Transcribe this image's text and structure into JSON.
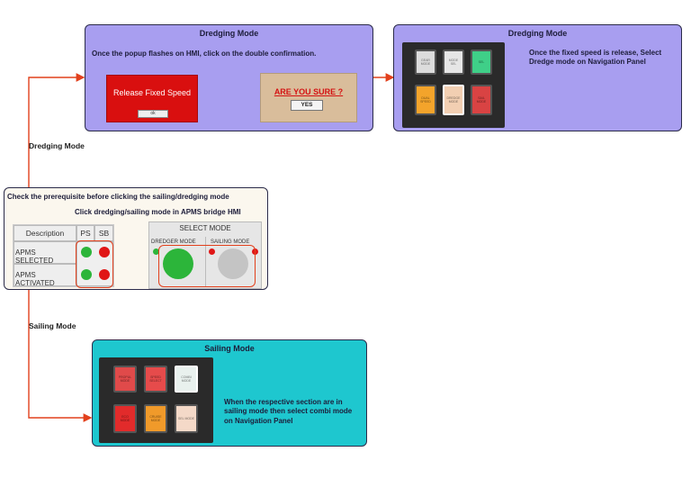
{
  "colors": {
    "purple_box": "#a89ef0",
    "teal_box": "#1ec7cf",
    "prereq_box": "#fbf7ee",
    "arrow": "#e2401c",
    "popup_red": "#d90f0f",
    "popup_tan": "#d9bd9b",
    "indicator_green": "#2cb53a",
    "indicator_red": "#e01616"
  },
  "dredge_box": {
    "title": "Dredging Mode",
    "instruction": "Once the popup flashes on HMI, click on the double confirmation.",
    "popup1_title": "Release Fixed Speed",
    "popup1_button": "ok",
    "popup2_title": "ARE YOU SURE ?",
    "popup2_button": "YES"
  },
  "dredge_nav_box": {
    "title": "Dredging Mode",
    "note": "Once the fixed speed is release, Select Dredge mode on Navigation Panel"
  },
  "prereq_box": {
    "title": "Check the prerequisite before clicking the sailing/dredging mode",
    "subtitle": "Click dredging/sailing mode in APMS bridge HMI",
    "table_header": "Description",
    "col_ps": "PS",
    "col_sb": "SB",
    "row1": "APMS SELECTED",
    "row2": "APMS ACTIVATED",
    "select_mode_title": "SELECT MODE",
    "dredger_mode": "DREDGER MODE",
    "sailing_mode": "SAILING MODE"
  },
  "branch_labels": {
    "dredging": "Dredging Mode",
    "sailing": "Sailing Mode"
  },
  "sailing_box": {
    "title": "Sailing Mode",
    "note": "When the respective section are in sailing mode then select combi mode on Navigation Panel"
  },
  "icons": [
    "arrow-right-icon",
    "arrow-down-icon",
    "curved-arrow-icon"
  ]
}
